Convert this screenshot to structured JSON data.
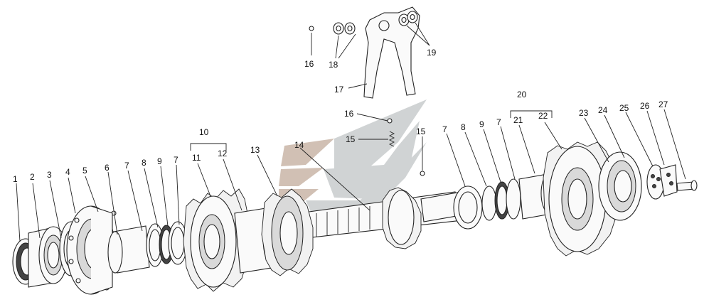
{
  "diagram": {
    "labels": [
      "1",
      "2",
      "3",
      "4",
      "5",
      "6",
      "7",
      "8",
      "9",
      "7",
      "11",
      "12",
      "10",
      "13",
      "14",
      "15",
      "16",
      "15",
      "16",
      "17",
      "18",
      "19",
      "7",
      "8",
      "9",
      "7",
      "21",
      "22",
      "20",
      "23",
      "24",
      "25",
      "26",
      "27"
    ],
    "watermark_colors": {
      "grey": "#c8cccd",
      "brown": "#c9b6a8"
    },
    "line_color": "#222222"
  }
}
